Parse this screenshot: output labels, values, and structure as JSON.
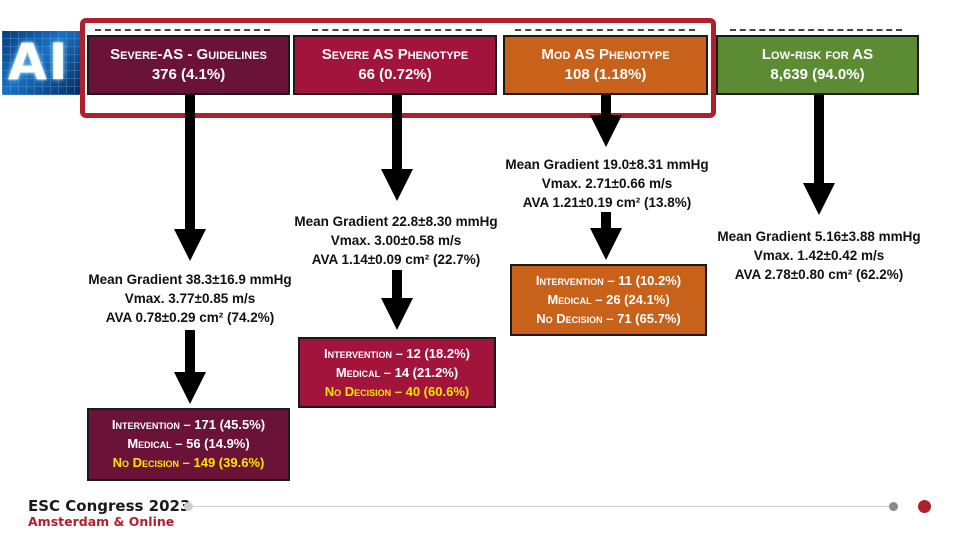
{
  "colors": {
    "severe_guidelines": "#6b1238",
    "severe_phenotype": "#a3143c",
    "moderate": "#c8621a",
    "low_risk": "#5b8c34",
    "highlight": "#b0202c",
    "no_decision": "#ffe600"
  },
  "logo": {
    "text": "AI"
  },
  "categories": [
    {
      "title": "Severe-AS - Guidelines",
      "count": "376 (4.1%)"
    },
    {
      "title": "Severe AS Phenotype",
      "count": "66 (0.72%)"
    },
    {
      "title": "Mod AS Phenotype",
      "count": "108 (1.18%)"
    },
    {
      "title": "Low-risk for AS",
      "count": "8,639 (94.0%)"
    }
  ],
  "stats": [
    {
      "gradient": "Mean Gradient 38.3±16.9 mmHg",
      "vmax": "Vmax. 3.77±0.85 m/s",
      "ava": "AVA 0.78±0.29 cm² (74.2%)"
    },
    {
      "gradient": "Mean Gradient 22.8±8.30 mmHg",
      "vmax": "Vmax. 3.00±0.58 m/s",
      "ava": "AVA 1.14±0.09 cm² (22.7%)"
    },
    {
      "gradient": "Mean Gradient 19.0±8.31 mmHg",
      "vmax": "Vmax. 2.71±0.66 m/s",
      "ava": "AVA 1.21±0.19 cm² (13.8%)"
    },
    {
      "gradient": "Mean Gradient 5.16±3.88 mmHg",
      "vmax": "Vmax. 1.42±0.42 m/s",
      "ava": "AVA 2.78±0.80 cm² (62.2%)"
    }
  ],
  "outcomes": [
    {
      "intervention": "Intervention – 171 (45.5%)",
      "medical": "Medical – 56 (14.9%)",
      "no_decision": "No Decision – 149 (39.6%)"
    },
    {
      "intervention": "Intervention – 12 (18.2%)",
      "medical": "Medical – 14 (21.2%)",
      "no_decision": "No Decision – 40 (60.6%)"
    },
    {
      "intervention": "Intervention – 11 (10.2%)",
      "medical": "Medical – 26 (24.1%)",
      "no_decision": "No Decision – 71 (65.7%)"
    }
  ],
  "footer": {
    "title": "ESC Congress 2023",
    "subtitle": "Amsterdam & Online"
  }
}
